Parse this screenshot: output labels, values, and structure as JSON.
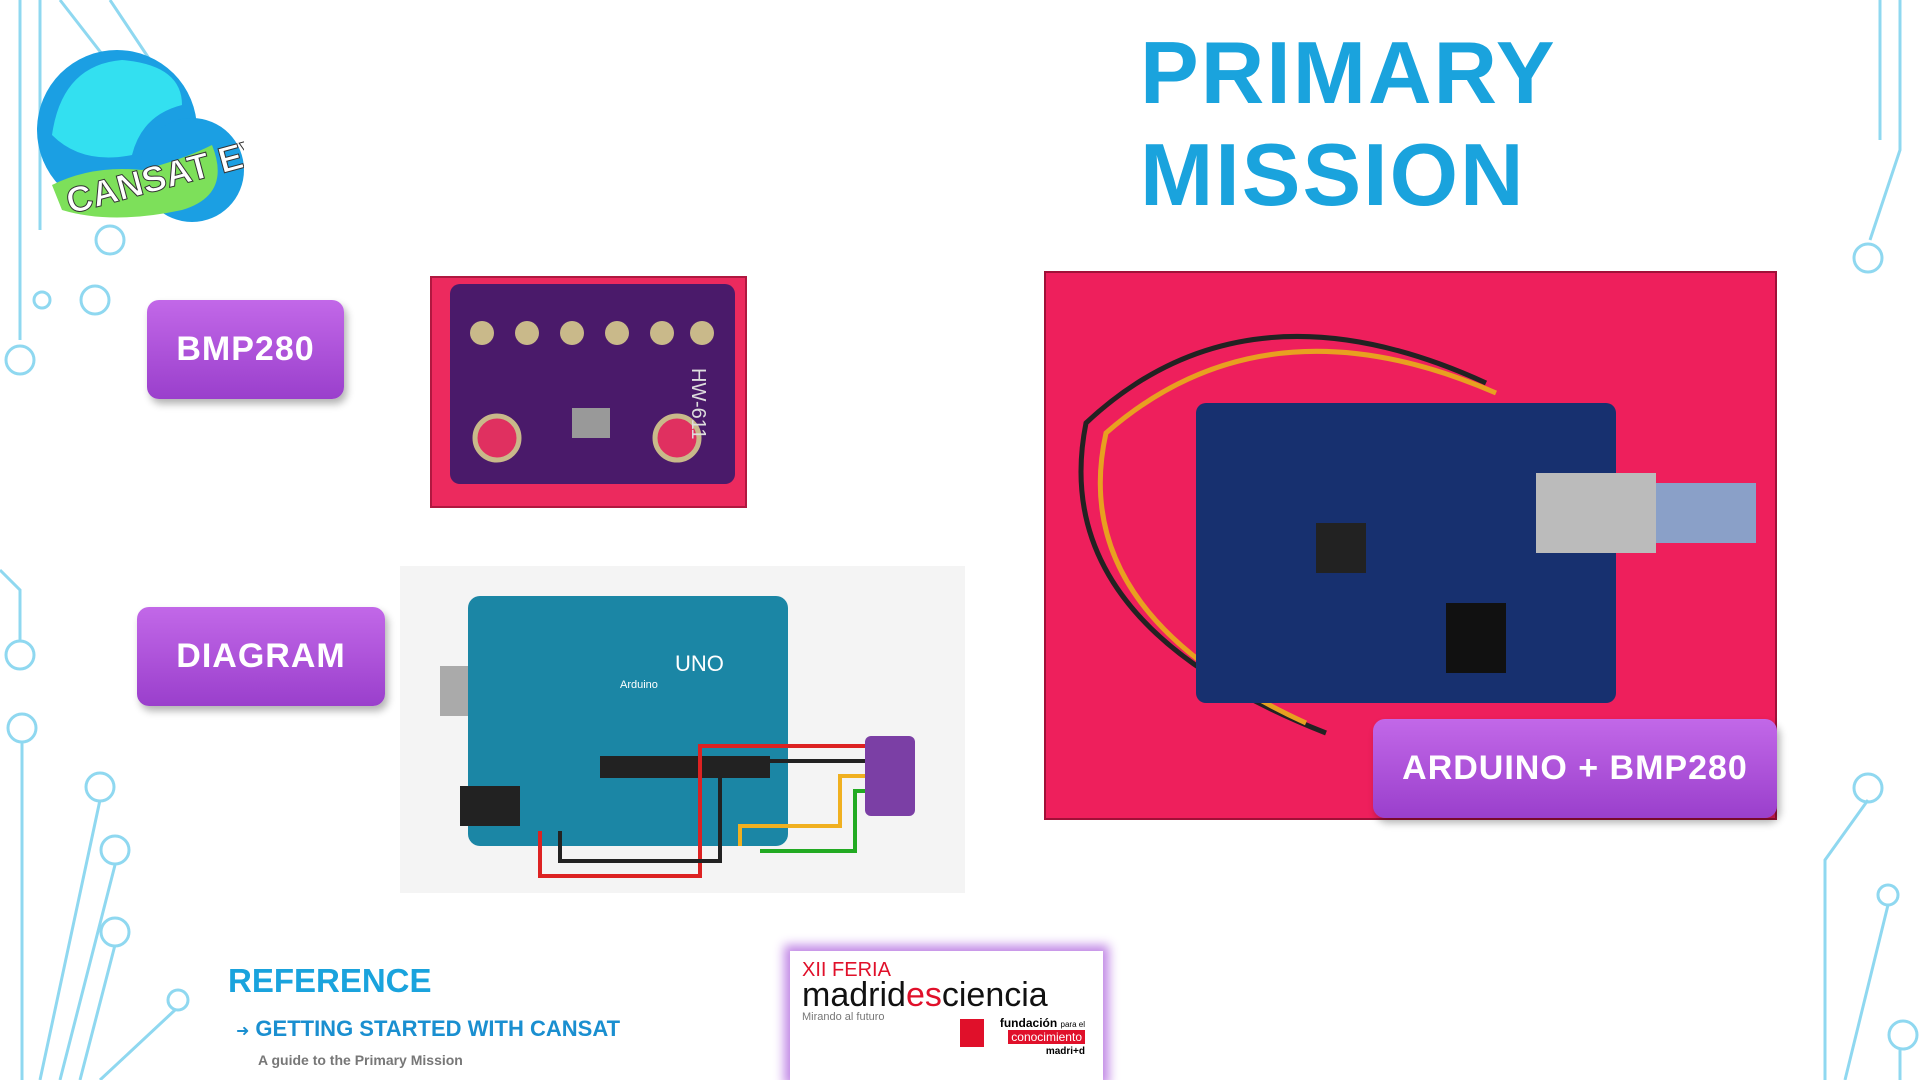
{
  "title": "PRIMARY MISSION",
  "logo": {
    "text": "CANSAT EVA"
  },
  "labels": {
    "bmp280": "BMP280",
    "diagram": "DIAGRAM",
    "arduino_bmp": "ARDUINO + BMP280"
  },
  "photos": {
    "bmp_board_text": "HW-611",
    "uno_text": "UNO",
    "arduino_text": "Arduino"
  },
  "reference": {
    "heading": "REFERENCE",
    "arrow": "➜",
    "link": "GETTING STARTED WITH CANSAT",
    "subtitle": "A guide to the Primary Mission"
  },
  "sponsor": {
    "line1": "XII FERIA",
    "madrid": "madrid",
    "es": "es",
    "ciencia": "ciencia",
    "tagline": "Mirando al futuro",
    "fundacion": "fundación",
    "para": "para el",
    "conocimiento": "conocimiento",
    "madrid2": "madri+d"
  },
  "colors": {
    "accent": "#1aa3dd",
    "pill": "#b155de",
    "pink": "#f0245e"
  }
}
